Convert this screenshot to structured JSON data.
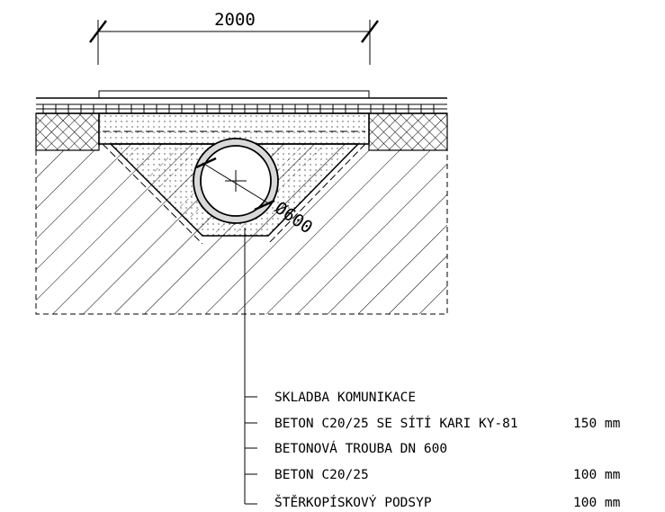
{
  "drawing": {
    "dimension_width": "2000",
    "pipe_diameter_label": "Ø600"
  },
  "legend": {
    "items": [
      {
        "label": "SKLADBA KOMUNIKACE",
        "value": ""
      },
      {
        "label": "BETON C20/25 SE SÍTÍ KARI KY-81",
        "value": "150 mm"
      },
      {
        "label": "BETONOVÁ TROUBA DN 600",
        "value": ""
      },
      {
        "label": "BETON C20/25",
        "value": "100 mm"
      },
      {
        "label": "ŠTĚRKOPÍSKOVÝ PODSYP",
        "value": "100 mm"
      }
    ]
  }
}
